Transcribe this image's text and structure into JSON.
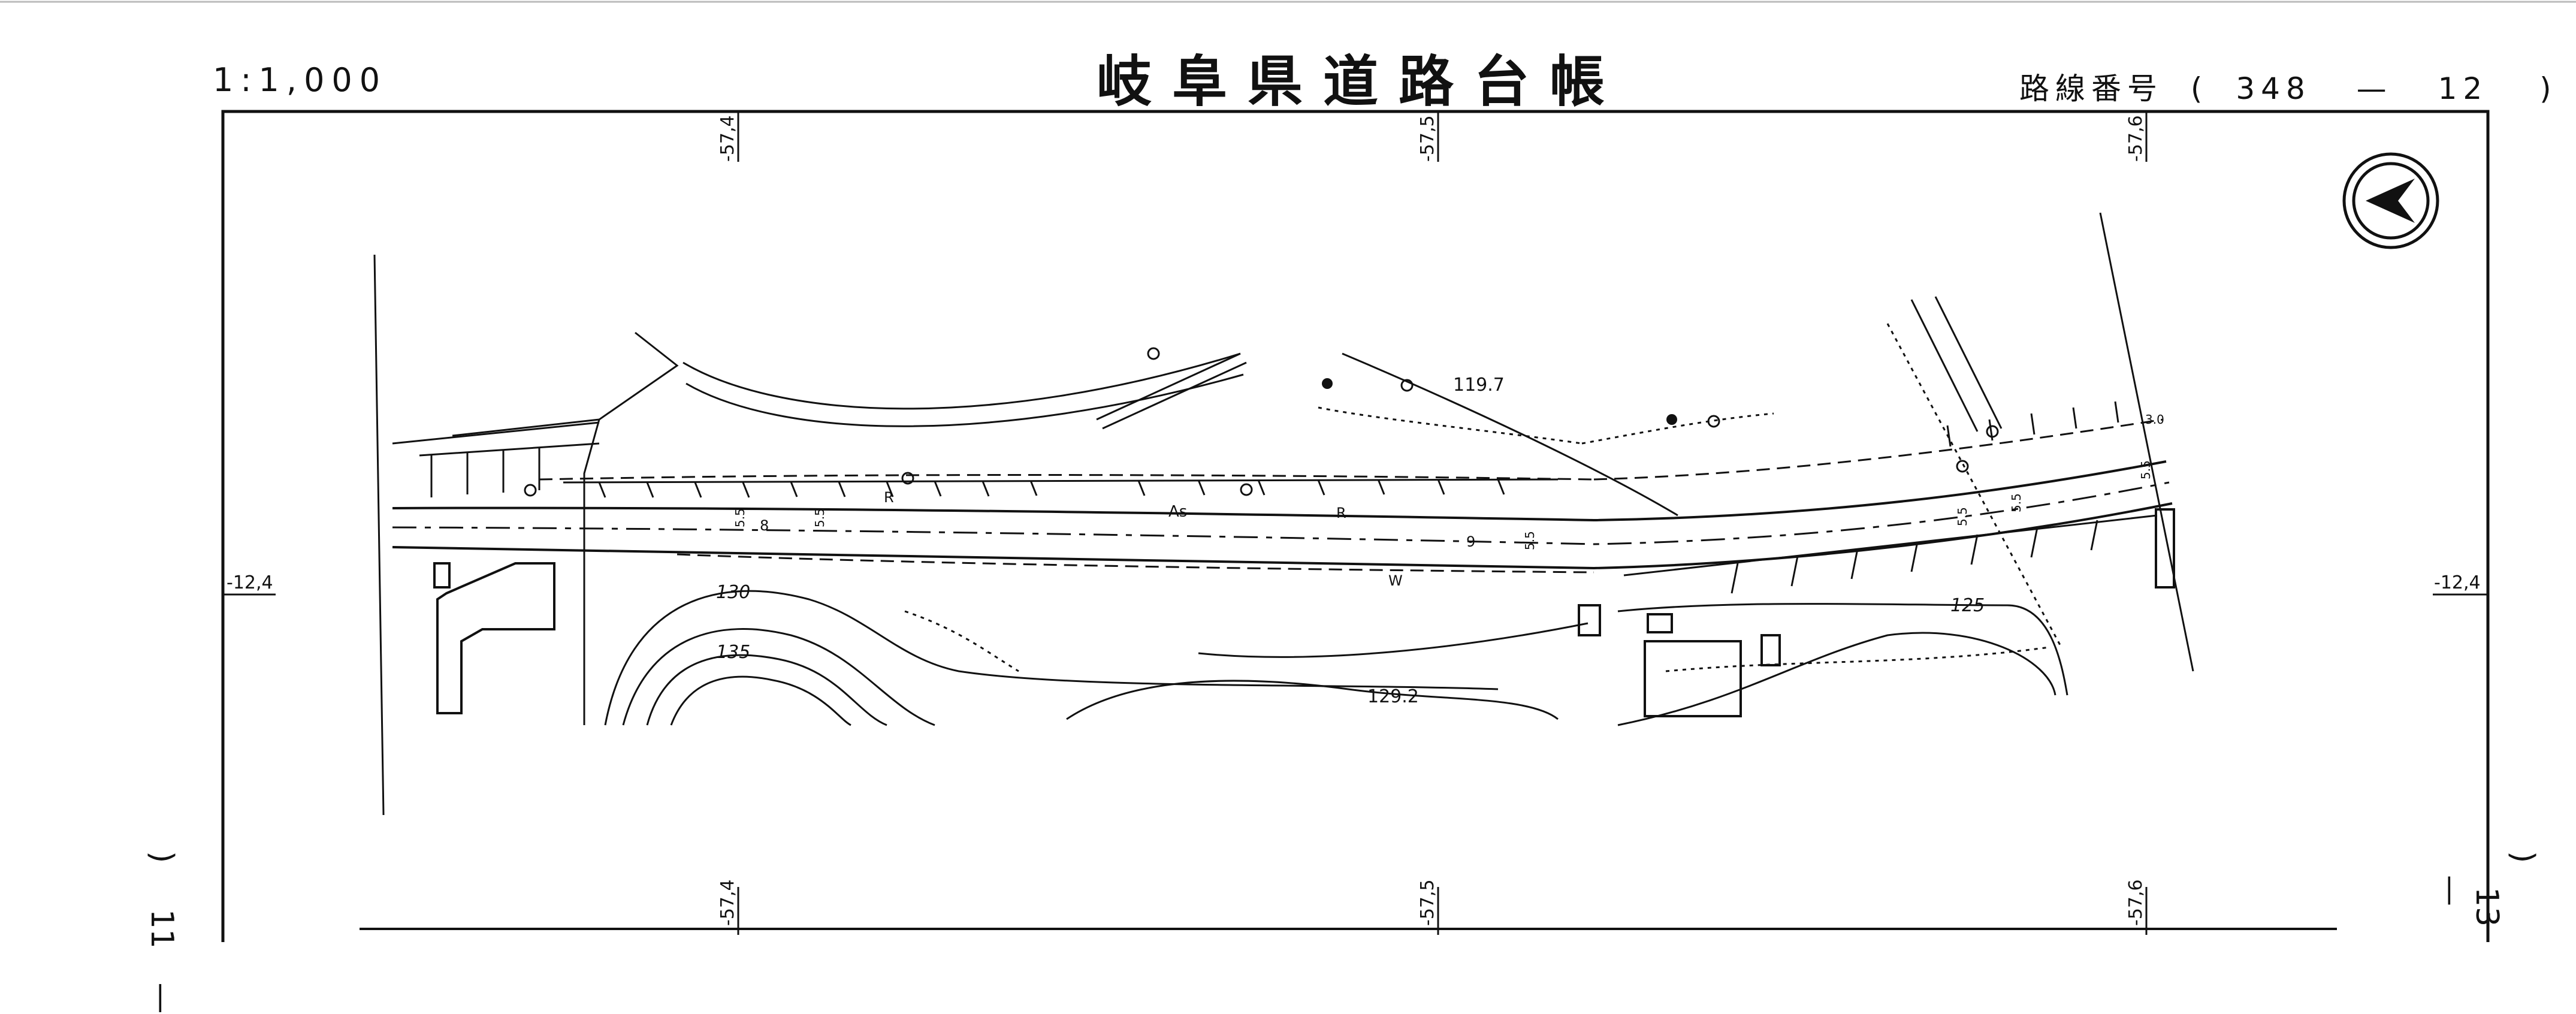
{
  "header": {
    "scale": "1:1,000",
    "title": "岐阜県道路台帳",
    "route_label": "路線番号",
    "route_number": "348",
    "route_dash": "—",
    "route_section": "12",
    "paren_open": "(",
    "paren_close": ")"
  },
  "grid": {
    "x_labels": [
      "-57,4",
      "-57,5",
      "-57,6"
    ],
    "y_label": "-12,4"
  },
  "map": {
    "contours": [
      "130",
      "135",
      "125",
      "129.2"
    ],
    "elevation_point": "119.7",
    "road_labels": {
      "surface": "As",
      "marker_r": "R",
      "marker_8": "8",
      "marker_9": "9",
      "marker_w": "W",
      "width_a": "5.5",
      "width_b": "3.0"
    }
  },
  "sheets": {
    "left": "11",
    "right": "13"
  }
}
